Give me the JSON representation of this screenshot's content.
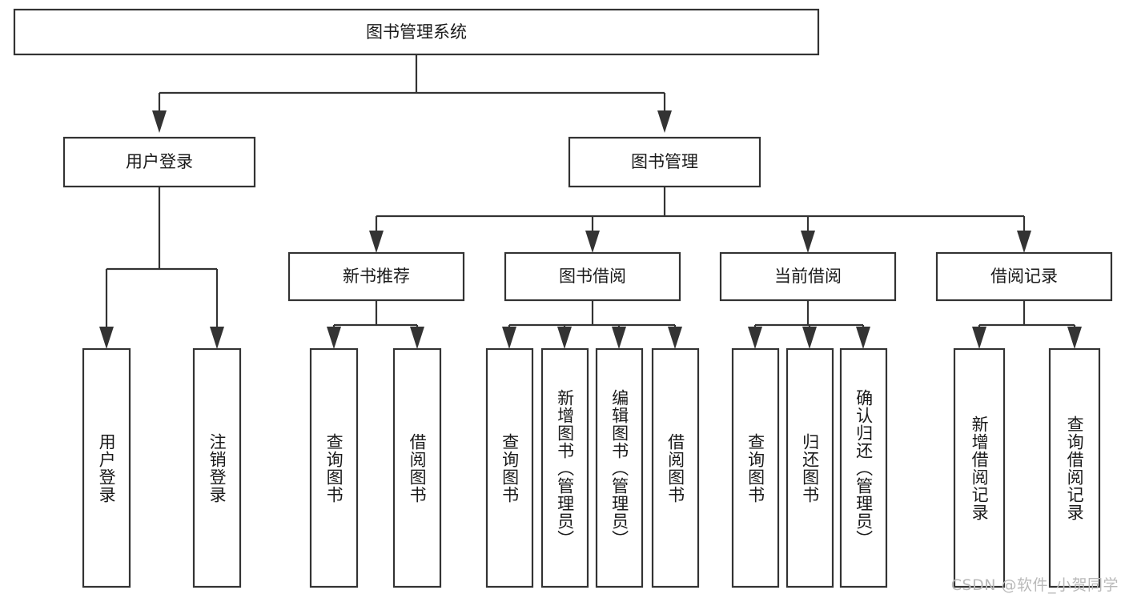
{
  "diagram": {
    "title": "图书管理系统",
    "type": "tree-hierarchy",
    "orientation": "top-down",
    "arrow_style": "filled-triangle",
    "colors": {
      "box_stroke": "#333333",
      "box_fill": "#ffffff",
      "text": "#1a1a1a",
      "background": "#ffffff",
      "watermark": "#b9b9b9"
    },
    "root": {
      "label": "图书管理系统"
    },
    "level2": [
      {
        "label": "用户登录"
      },
      {
        "label": "图书管理"
      }
    ],
    "level3": [
      {
        "label": "新书推荐"
      },
      {
        "label": "图书借阅"
      },
      {
        "label": "当前借阅"
      },
      {
        "label": "借阅记录"
      }
    ],
    "leaves": {
      "user_login": [
        {
          "label": "用户登录"
        },
        {
          "label": "注销登录"
        }
      ],
      "new_book_recommend": [
        {
          "label": "查询图书"
        },
        {
          "label": "借阅图书"
        }
      ],
      "book_borrow": [
        {
          "label": "查询图书"
        },
        {
          "label": "新增图书（管理员）"
        },
        {
          "label": "编辑图书（管理员）"
        },
        {
          "label": "借阅图书"
        }
      ],
      "current_borrow": [
        {
          "label": "查询图书"
        },
        {
          "label": "归还图书"
        },
        {
          "label": "确认归还（管理员）"
        }
      ],
      "borrow_record": [
        {
          "label": "新增借阅记录"
        },
        {
          "label": "查询借阅记录"
        }
      ]
    }
  },
  "watermark": {
    "text": "CSDN @软件_小贺同学"
  }
}
